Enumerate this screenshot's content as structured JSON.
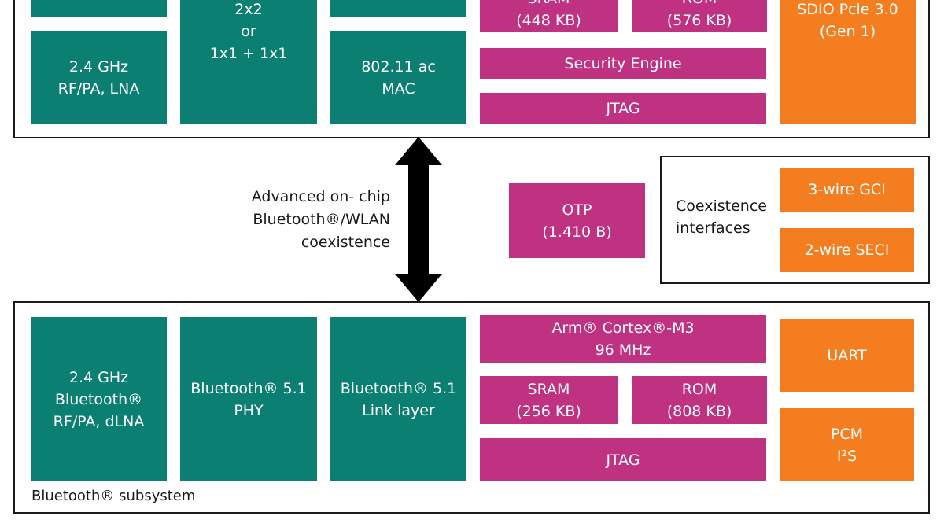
{
  "wlan": {
    "mimo": [
      "2x2",
      "or",
      "1x1 + 1x1"
    ],
    "rf": [
      "2.4 GHz",
      "RF/PA, LNA"
    ],
    "mac": [
      "802.11 ac",
      "MAC"
    ],
    "sram": [
      "SRAM",
      "(448 KB)"
    ],
    "rom": [
      "ROM",
      "(576 KB)"
    ],
    "security": "Security Engine",
    "jtag": "JTAG",
    "sdio": [
      "SDIO Pcle 3.0",
      "(Gen 1)"
    ]
  },
  "middle": {
    "coexistence_text": [
      "Advanced on- chip",
      "Bluetooth®/WLAN",
      "coexistence"
    ],
    "otp": [
      "OTP",
      "(1.410 B)"
    ],
    "coex_interfaces": [
      "Coexistence",
      "interfaces"
    ],
    "gci": "3-wire GCI",
    "seci": "2-wire SECI"
  },
  "bt": {
    "rf": [
      "2.4 GHz",
      "Bluetooth®",
      "RF/PA, dLNA"
    ],
    "phy": [
      "Bluetooth® 5.1",
      "PHY"
    ],
    "link": [
      "Bluetooth® 5.1",
      "Link layer"
    ],
    "cpu": [
      "Arm® Cortex®-M3",
      "96 MHz"
    ],
    "sram": [
      "SRAM",
      "(256 KB)"
    ],
    "rom": [
      "ROM",
      "(808 KB)"
    ],
    "jtag": "JTAG",
    "uart": "UART",
    "pcm": [
      "PCM",
      "I²S"
    ],
    "label": "Bluetooth® subsystem"
  },
  "colors": {
    "radio_block": "#0c7f73",
    "processor_block": "#bf3282",
    "interface_block": "#f47d1f",
    "border": "#1a1a1a"
  }
}
